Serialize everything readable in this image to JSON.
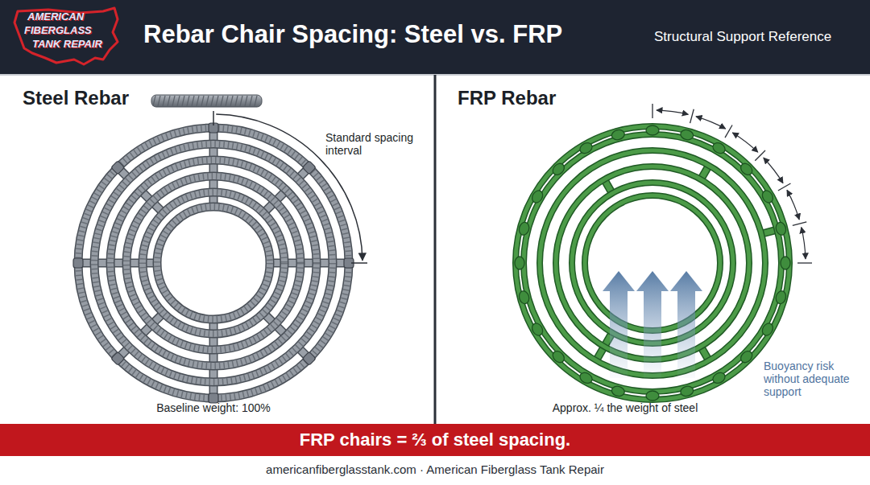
{
  "diagram": {
    "title": "Rebar Chair Spacing: Steel vs. FRP",
    "caption": "americanfiberglasstank.com · American Fiberglass Tank Repair",
    "nodes": [
      {
        "text": [
          "Steel Rebar"
        ]
      },
      {
        "text": [
          "FRP Rebar"
        ]
      },
      {
        "text": [
          "FRP chairs = ⅔ of steel spacing."
        ]
      }
    ],
    "labels": [
      "AMERICAN",
      "FIBERGLASS",
      "TANK REPAIR",
      "Structural Support Reference",
      "Standard spacing interval",
      "Baseline weight: 100%",
      "Approx. ¼ the weight of steel",
      "Buoyancy risk without adequate support"
    ]
  }
}
